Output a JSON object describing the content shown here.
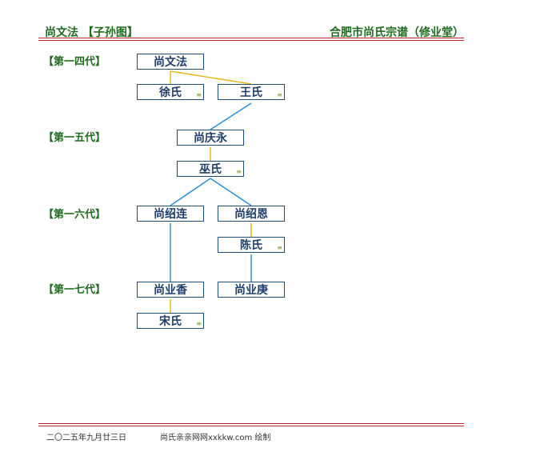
{
  "header": {
    "title": "尚文法 【子孙图】",
    "subtitle": "合肥市尚氏宗谱（修业堂）"
  },
  "generations": [
    {
      "label": "【第一四代】"
    },
    {
      "label": "【第一五代】"
    },
    {
      "label": "【第一六代】"
    },
    {
      "label": "【第一七代】"
    }
  ],
  "people": {
    "wenfa": "尚文法",
    "xu": "徐氏",
    "wang": "王氏",
    "qingyong": "尚庆永",
    "wu": "巫氏",
    "shaolian": "尚绍连",
    "shaoen": "尚绍恩",
    "chen": "陈氏",
    "yexiang": "尚业香",
    "yegeng": "尚业庚",
    "song": "宋氏"
  },
  "spouse_mark": "≡",
  "colors": {
    "marriage_line": "#e8b81a",
    "descent_line": "#2a8fd6"
  },
  "footer": {
    "date": "二〇二五年九月廿三日",
    "credit": "尚氏亲亲网网xxkkw.com 绘制"
  }
}
